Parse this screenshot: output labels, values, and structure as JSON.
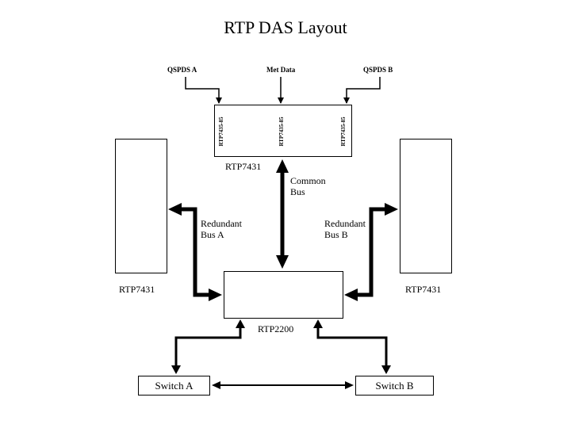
{
  "title": "RTP DAS Layout",
  "inputs": {
    "qspds_a": "QSPDS A",
    "met_data": "Met Data",
    "qspds_b": "QSPDS B"
  },
  "top_module": {
    "label": "RTP7431",
    "slots": [
      "RTP7435-85",
      "RTP7435-85",
      "RTP7435-85"
    ]
  },
  "left_module": {
    "label": "RTP7431"
  },
  "right_module": {
    "label": "RTP7431"
  },
  "center_module": {
    "label": "RTP2200"
  },
  "buses": {
    "common": [
      "Common",
      "Bus"
    ],
    "redundant_a": [
      "Redundant",
      "Bus A"
    ],
    "redundant_b": [
      "Redundant",
      "Bus B"
    ]
  },
  "switches": {
    "a": "Switch A",
    "b": "Switch B"
  }
}
